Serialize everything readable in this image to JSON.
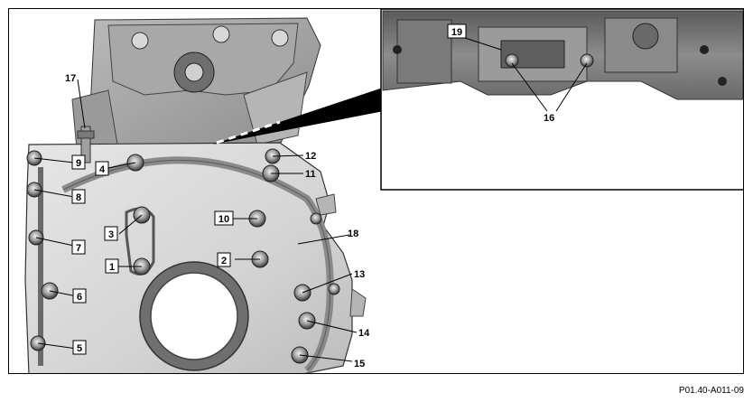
{
  "figure": {
    "reference_code": "P01.40-A011-09",
    "callouts": [
      "1",
      "2",
      "3",
      "4",
      "5",
      "6",
      "7",
      "8",
      "9",
      "10",
      "11",
      "12",
      "13",
      "14",
      "15",
      "16",
      "17",
      "18",
      "19"
    ]
  },
  "colors": {
    "frame": "#000000",
    "cover_fill": "#d3d3d3",
    "cover_shadow": "#8a8a8a",
    "dark_shadow": "#3c3c3c",
    "label_bg": "#ffffff"
  }
}
